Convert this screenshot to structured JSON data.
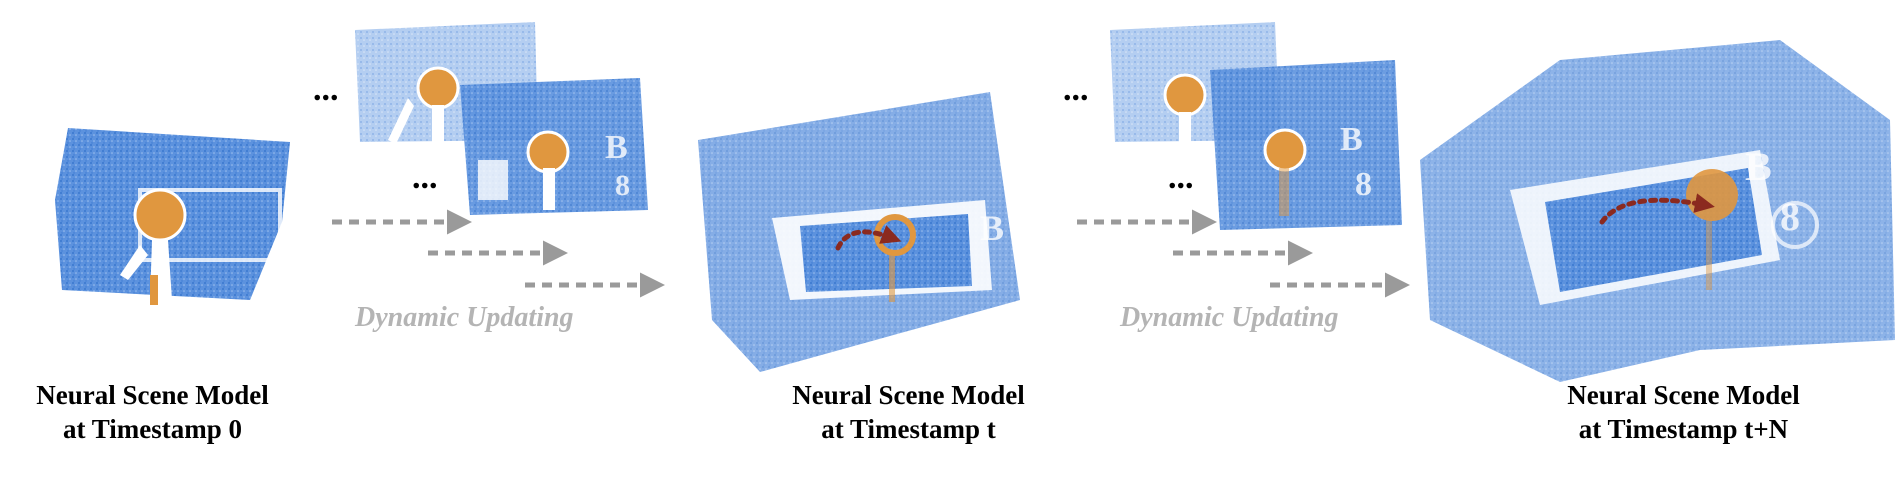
{
  "figure": {
    "stages": [
      {
        "caption_line1": "Neural Scene Model",
        "caption_line2": "at Timestamp 0"
      },
      {
        "caption_line1": "Neural Scene Model",
        "caption_line2": "at Timestamp t"
      },
      {
        "caption_line1": "Neural Scene Model",
        "caption_line2": "at Timestamp t+N"
      }
    ],
    "transitions": [
      {
        "label": "Dynamic Updating",
        "ellipsis": "..."
      },
      {
        "label": "Dynamic Updating",
        "ellipsis": "..."
      }
    ],
    "colors": {
      "point_cloud": "#4a86d9",
      "point_cloud_light": "#a9c6ee",
      "object": "#e0973f",
      "trajectory": "#8b2a1f",
      "arrow": "#9a9a9a",
      "label": "#b4b4b4"
    }
  }
}
